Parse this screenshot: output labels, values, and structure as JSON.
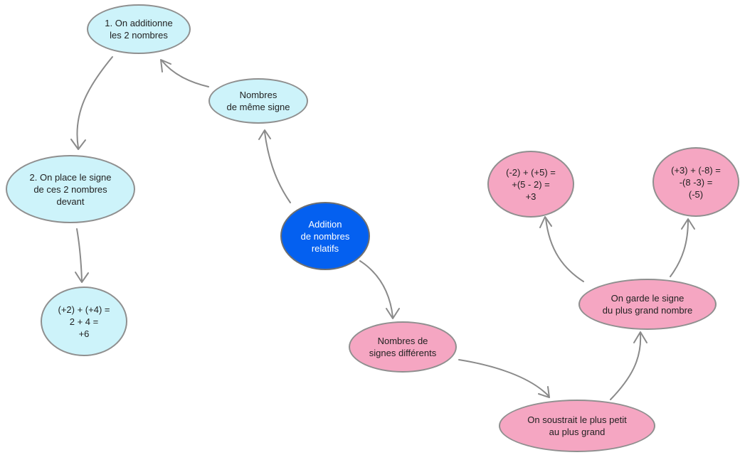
{
  "colors": {
    "same_sign_branch": "#cdf3fa",
    "different_sign_branch": "#f5a6c2",
    "center": "#0460f0",
    "connector": "#8a8a8a"
  },
  "nodes": {
    "center": {
      "label": "Addition\nde nombres\nrelatifs"
    },
    "same_sign": {
      "label": "Nombres\nde même signe"
    },
    "add_numbers": {
      "label": "1. On additionne\nles 2 nombres"
    },
    "place_sign": {
      "label": "2. On place le signe\nde ces 2 nombres\ndevant"
    },
    "example_same": {
      "label": "(+2) + (+4) =\n2 + 4 =\n+6"
    },
    "different_signs": {
      "label": "Nombres de\nsignes différents"
    },
    "subtract": {
      "label": "On soustrait le plus petit\nau plus grand"
    },
    "keep_sign": {
      "label": "On garde le signe\ndu plus grand nombre"
    },
    "example_diff_1": {
      "label": "(-2) + (+5) =\n+(5 - 2) =\n+3"
    },
    "example_diff_2": {
      "label": "(+3) + (-8) =\n-(8 -3) =\n(-5)"
    }
  }
}
